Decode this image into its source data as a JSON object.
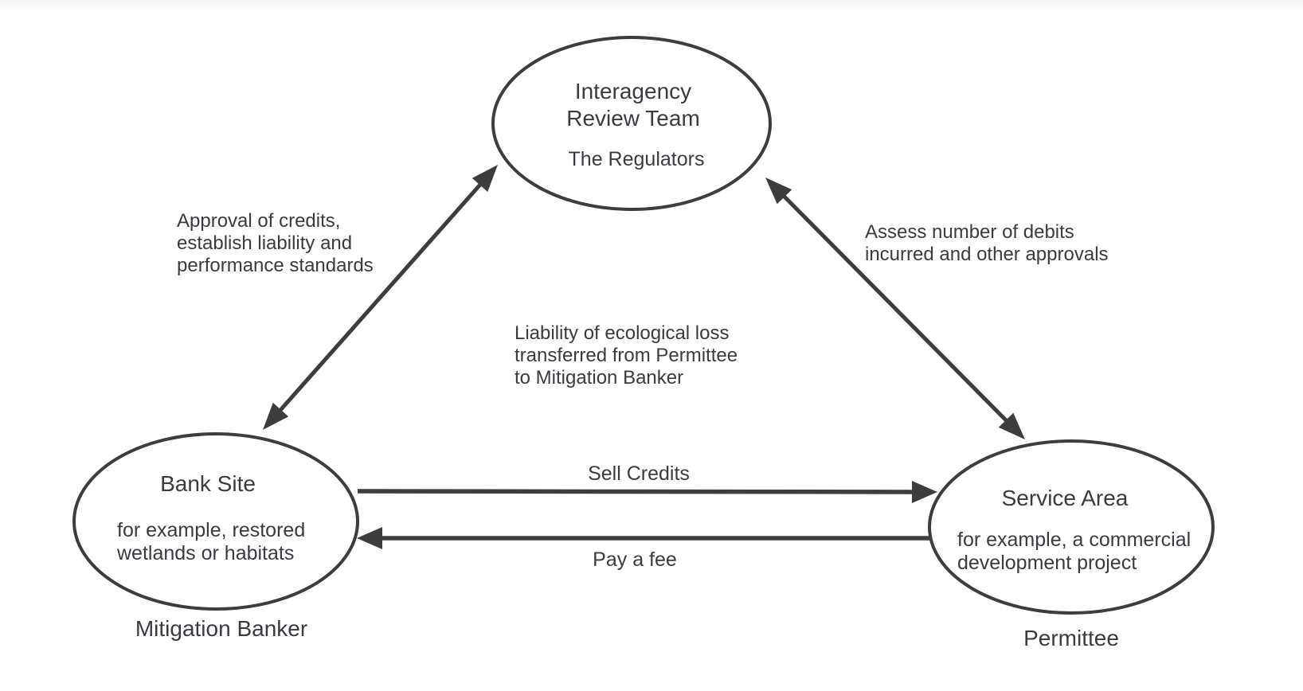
{
  "colors": {
    "line": "#3d3d3d",
    "text": "#383c41",
    "background": "#ffffff"
  },
  "nodes": {
    "review_team": {
      "title": "Interagency\nReview Team",
      "subtitle": "The Regulators"
    },
    "bank_site": {
      "title": "Bank Site",
      "subtitle": "for example, restored\nwetlands or habitats",
      "role_label": "Mitigation Banker"
    },
    "service_area": {
      "title": "Service Area",
      "subtitle": "for example, a commercial\ndevelopment project",
      "role_label": "Permittee"
    }
  },
  "edges": {
    "bank_review": {
      "label": "Approval of credits,\nestablish liability and\nperformance standards",
      "type": "double-arrow"
    },
    "service_review": {
      "label": "Assess number of debits\nincurred and other approvals",
      "type": "double-arrow"
    },
    "sell_credits": {
      "label": "Sell Credits",
      "type": "arrow-right"
    },
    "pay_fee": {
      "label": "Pay a fee",
      "type": "arrow-left"
    },
    "center_note": {
      "label": "Liability of ecological loss\ntransferred from Permittee\nto Mitigation Banker",
      "type": "note"
    }
  }
}
